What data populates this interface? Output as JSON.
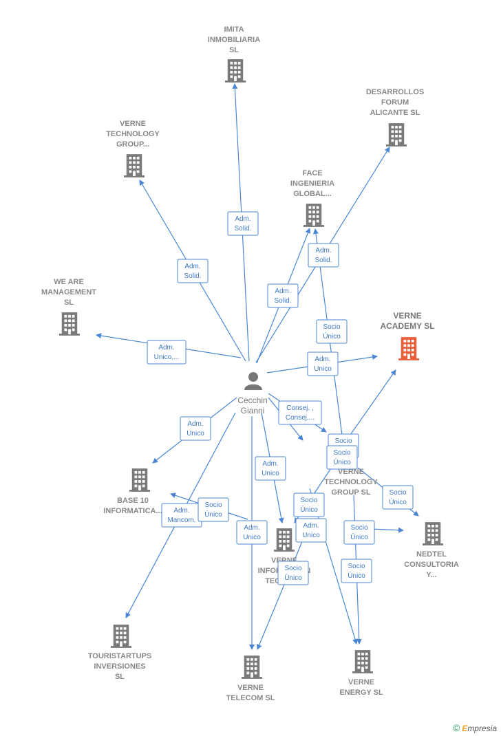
{
  "person": {
    "name_line1": "Cecchin",
    "name_line2": "Gianni"
  },
  "companies": [
    {
      "id": "imita",
      "lines": [
        "IMITA",
        "INMOBILIARIA",
        "SL"
      ],
      "highlight": false
    },
    {
      "id": "desarrollos",
      "lines": [
        "DESARROLLOS",
        "FORUM",
        "ALICANTE  SL"
      ],
      "highlight": false
    },
    {
      "id": "verne-tech-group-top",
      "lines": [
        "VERNE",
        "TECHNOLOGY",
        "GROUP..."
      ],
      "highlight": false
    },
    {
      "id": "face",
      "lines": [
        "FACE",
        "INGENIERIA",
        "GLOBAL..."
      ],
      "highlight": false
    },
    {
      "id": "we-are",
      "lines": [
        "WE ARE",
        "MANAGEMENT",
        "SL"
      ],
      "highlight": false
    },
    {
      "id": "verne-academy",
      "lines": [
        "VERNE",
        "ACADEMY  SL"
      ],
      "highlight": true
    },
    {
      "id": "base10",
      "lines": [
        "BASE 10",
        "INFORMATICA..."
      ],
      "highlight": false
    },
    {
      "id": "verne-tech-group-sl",
      "lines": [
        "VERNE",
        "TECHNOLOGY",
        "GROUP  SL"
      ],
      "highlight": false
    },
    {
      "id": "nedtel",
      "lines": [
        "NEDTEL",
        "CONSULTORIA",
        "Y..."
      ],
      "highlight": false
    },
    {
      "id": "verne-info",
      "lines": [
        "VERNE",
        "INFORMATION",
        "TECHNO..."
      ],
      "highlight": false
    },
    {
      "id": "touristartups",
      "lines": [
        "TOURISTARTUPS",
        "INVERSIONES",
        "SL"
      ],
      "highlight": false
    },
    {
      "id": "verne-telecom",
      "lines": [
        "VERNE",
        "TELECOM  SL"
      ],
      "highlight": false
    },
    {
      "id": "verne-energy",
      "lines": [
        "VERNE",
        "ENERGY  SL"
      ],
      "highlight": false
    }
  ],
  "edge_labels": [
    [
      "Adm.",
      "Solid."
    ],
    [
      "Adm.",
      "Solid."
    ],
    [
      "Adm.",
      "Solid."
    ],
    [
      "Adm.",
      "Solid."
    ],
    [
      "Socio",
      "Único"
    ],
    [
      "Adm.",
      "Unico,..."
    ],
    [
      "Adm.",
      "Unico"
    ],
    [
      "Consej. ,",
      "Consej...."
    ],
    [
      "Adm.",
      "Unico"
    ],
    [
      "Socio",
      "Único"
    ],
    [
      "Socio",
      "Único"
    ],
    [
      "Adm.",
      "Unico"
    ],
    [
      "Socio",
      "Único"
    ],
    [
      "Socio",
      "Único"
    ],
    [
      "Adm.",
      "Mancom."
    ],
    [
      "Socio",
      "Único"
    ],
    [
      "Adm.",
      "Unico"
    ],
    [
      "Adm.",
      "Unico"
    ],
    [
      "Socio",
      "Único"
    ],
    [
      "Socio",
      "Único"
    ],
    [
      "Socio",
      "Único"
    ]
  ],
  "footer": {
    "copyright": "©",
    "brand_first": "E",
    "brand_rest": "mpresia"
  },
  "colors": {
    "edge": "#4a86d4",
    "building": "#7a7a7a",
    "highlight": "#e8603a"
  }
}
